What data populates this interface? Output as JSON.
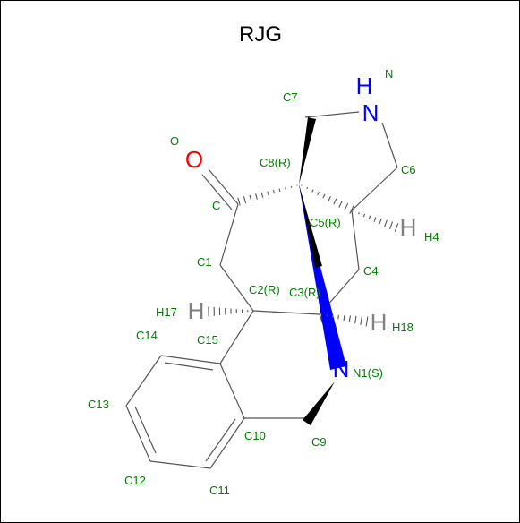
{
  "title": "RJG",
  "colors": {
    "bond": "#555555",
    "label": "#008000",
    "nitrogen": "#0000ff",
    "oxygen": "#ff0000",
    "hydrogen": "#808080",
    "wedge_black": "#000000",
    "wedge_blue": "#0000ff"
  },
  "atom_symbols": {
    "o": "O",
    "n_top": "N",
    "h_top": "H",
    "n1": "N",
    "h4": "H",
    "h17": "H",
    "h18": "H"
  },
  "atom_labels": {
    "n_top": "N",
    "o": "O",
    "c7": "C7",
    "c8": "C8(R)",
    "c6": "C6",
    "c": "C",
    "c5": "C5(R)",
    "h4": "H4",
    "c1": "C1",
    "c4": "C4",
    "c2": "C2(R)",
    "c3": "C3(R)",
    "h17": "H17",
    "h18": "H18",
    "c14": "C14",
    "c15": "C15",
    "n1": "N1(S)",
    "c13": "C13",
    "c10": "C10",
    "c9": "C9",
    "c12": "C12",
    "c11": "C11"
  }
}
